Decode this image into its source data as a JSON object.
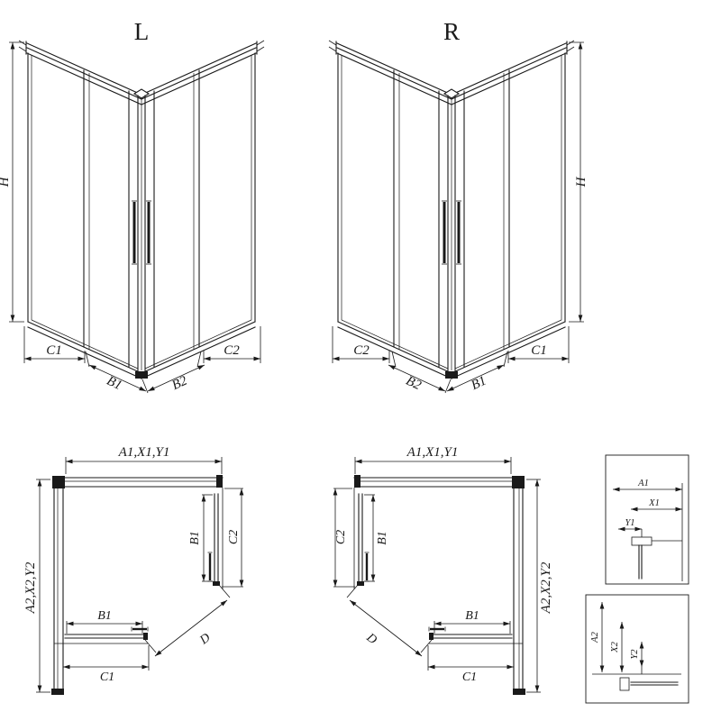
{
  "page": {
    "background": "#ffffff",
    "line_color": "#1a1a1a"
  },
  "front_views": {
    "left": {
      "variant": "L",
      "height_label": "H",
      "bottom_dims": [
        "C1",
        "B1",
        "B2",
        "C2"
      ]
    },
    "right": {
      "variant": "R",
      "height_label": "H",
      "bottom_dims": [
        "C2",
        "B2",
        "B1",
        "C1"
      ]
    }
  },
  "plan_views": {
    "left": {
      "width_dim": "A1,X1,Y1",
      "depth_dim": "A2,X2,Y2",
      "side_door_width": "B1",
      "side_total": "C2",
      "front_door_width": "B1",
      "front_total": "C1",
      "diagonal": "D"
    },
    "right": {
      "width_dim": "A1,X1,Y1",
      "depth_dim": "A2,X2,Y2",
      "side_door_width": "B1",
      "side_total": "C2",
      "front_door_width": "B1",
      "front_total": "C1",
      "diagonal": "D"
    }
  },
  "detail_views": {
    "top": {
      "dims": [
        "A1",
        "X1",
        "Y1"
      ]
    },
    "bottom": {
      "dims": [
        "A2",
        "X2",
        "Y2"
      ]
    }
  }
}
